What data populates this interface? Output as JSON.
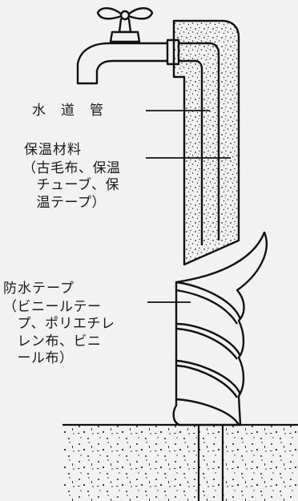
{
  "labels": {
    "water_pipe": "水　道　管",
    "insulation_title": "保温材料",
    "insulation_detail": "（古毛布、保温\n　チューブ、保\n　温テープ）",
    "waterproof_title": "防水テープ",
    "waterproof_detail": "（ビニールテー\n　プ、ポリエチレ\n　レン布、ビニ\n　ール布）"
  },
  "colors": {
    "background": "#f2f2f2",
    "ink": "#1a1a1a"
  },
  "icons": [
    "faucet-icon"
  ]
}
